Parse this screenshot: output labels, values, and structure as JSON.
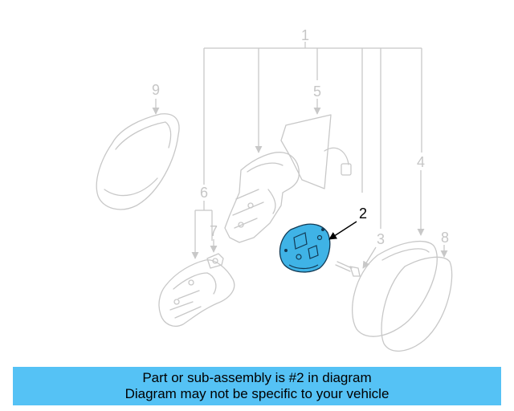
{
  "diagram": {
    "callouts": [
      {
        "id": "1",
        "label": "1"
      },
      {
        "id": "2",
        "label": "2"
      },
      {
        "id": "3",
        "label": "3"
      },
      {
        "id": "4",
        "label": "4"
      },
      {
        "id": "5",
        "label": "5"
      },
      {
        "id": "6",
        "label": "6"
      },
      {
        "id": "7",
        "label": "7"
      },
      {
        "id": "8",
        "label": "8"
      },
      {
        "id": "9",
        "label": "9"
      }
    ],
    "highlighted_part": "2",
    "colors": {
      "highlight_fill": "#3fb3e6",
      "line_gray": "#c8c8c8",
      "label_gray": "#c6c6c6",
      "caption_bg": "#55c2f5"
    }
  },
  "caption": {
    "line1": "Part or sub-assembly is #2 in diagram",
    "line2": "Diagram may not be specific to your vehicle"
  }
}
